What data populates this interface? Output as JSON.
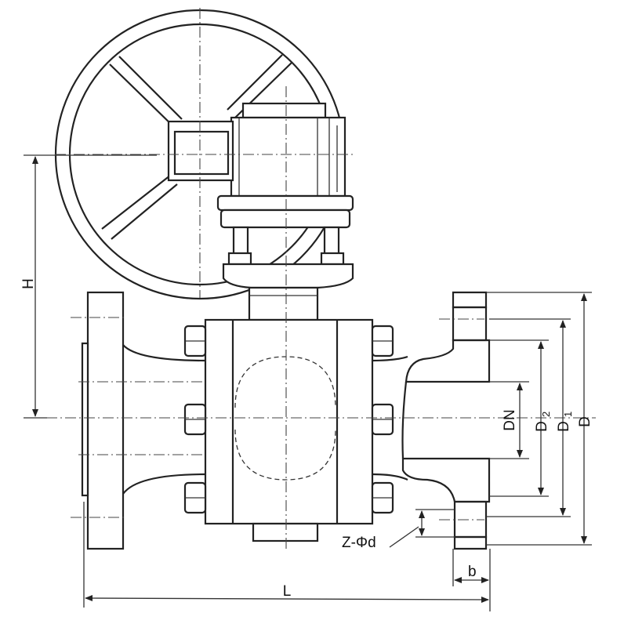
{
  "labels": {
    "H": "H",
    "L": "L",
    "DN": "DN",
    "D2": "D",
    "D2_sub": "2",
    "D1": "D",
    "D1_sub": "1",
    "D": "D",
    "Zd": "Z-Φd",
    "b": "b"
  },
  "colors": {
    "line": "#222222",
    "background": "#ffffff"
  }
}
